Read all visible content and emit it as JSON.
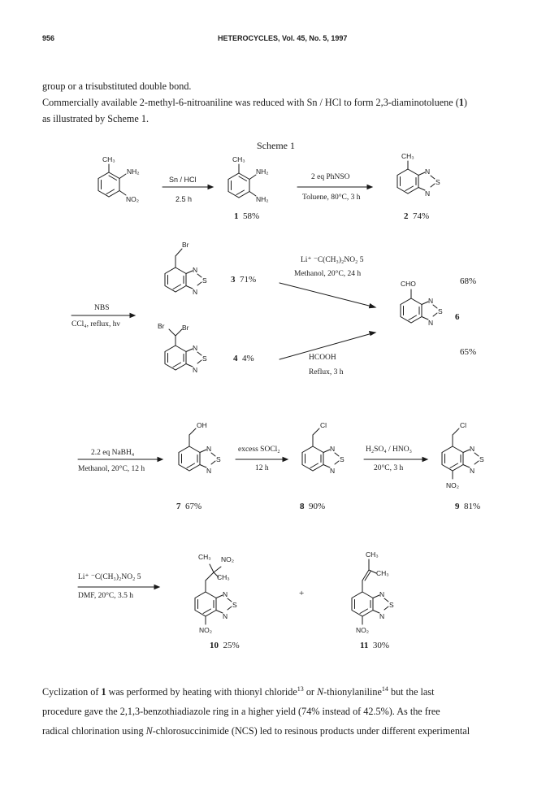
{
  "header": {
    "page_number": "956",
    "journal": "HETEROCYCLES, Vol. 45, No. 5, 1997"
  },
  "text": {
    "line1": "group or a trisubstituted double bond.",
    "para1_pre": "Commercially available 2-methyl-6-nitroaniline was reduced with Sn / HCl to form 2,3-diaminotoluene (",
    "para1_bold": "1",
    "para1_post": ")",
    "line3": "as illustrated by Scheme 1.",
    "bottom1_a": "Cyclization of ",
    "bottom1_b": "1",
    "bottom1_c": " was performed by heating with thionyl chloride",
    "bottom1_ref1": "13",
    "bottom1_d": " or ",
    "bottom1_e": "N",
    "bottom1_f": "-thionylaniline",
    "bottom1_ref2": "14",
    "bottom1_g": " but the last",
    "bottom2": "procedure gave the 2,1,3-benzothiadiazole ring in a higher yield (74% instead of 42.5%). As the free",
    "bottom3_a": "radical chlorination using ",
    "bottom3_b": "N",
    "bottom3_c": "-chlorosuccinimide (NCS) led to resinous products under different experimental"
  },
  "scheme": {
    "title": "Scheme 1",
    "atoms": {
      "ch3": "CH₃",
      "nh2": "NH₂",
      "no2": "NO₂",
      "n": "N",
      "s": "S",
      "br": "Br",
      "oh": "OH",
      "cl": "Cl",
      "cho": "CHO"
    },
    "r1": {
      "a1_top": "Sn / HCl",
      "a1_bot": "2.5 h",
      "c1_num": "1",
      "c1_yield": "58%",
      "a2_top": "2 eq PhNSO",
      "a2_bot": "Toluene, 80°C, 3 h",
      "c2_num": "2",
      "c2_yield": "74%"
    },
    "r2": {
      "nbs_top": "NBS",
      "nbs_bot": "CCl₄, reflux, hν",
      "c3_num": "3",
      "c3_yield": "71%",
      "c4_num": "4",
      "c4_yield": "4%",
      "rx_top1": "Li⁺ ⁻C(CH₃)₂NO₂  5",
      "rx_top2": "Methanol, 20°C, 24 h",
      "rx_bot1": "HCOOH",
      "rx_bot2": "Reflux, 3 h",
      "c6_num": "6",
      "y6_a": "68%",
      "y6_b": "65%"
    },
    "r3": {
      "a_top": "2.2 eq NaBH₄",
      "a_bot": "Methanol, 20°C, 12 h",
      "c7_num": "7",
      "c7_yield": "67%",
      "b_top": "excess SOCl₂",
      "b_bot": "12 h",
      "c8_num": "8",
      "c8_yield": "90%",
      "c_top": "H₂SO₄ / HNO₃",
      "c_bot": "20°C, 3 h",
      "c9_num": "9",
      "c9_yield": "81%"
    },
    "r4": {
      "a_top": "Li⁺ ⁻C(CH₃)₂NO₂  5",
      "a_bot": "DMF, 20°C, 3.5 h",
      "plus": "+",
      "c10_num": "10",
      "c10_yield": "25%",
      "c11_num": "11",
      "c11_yield": "30%"
    }
  }
}
